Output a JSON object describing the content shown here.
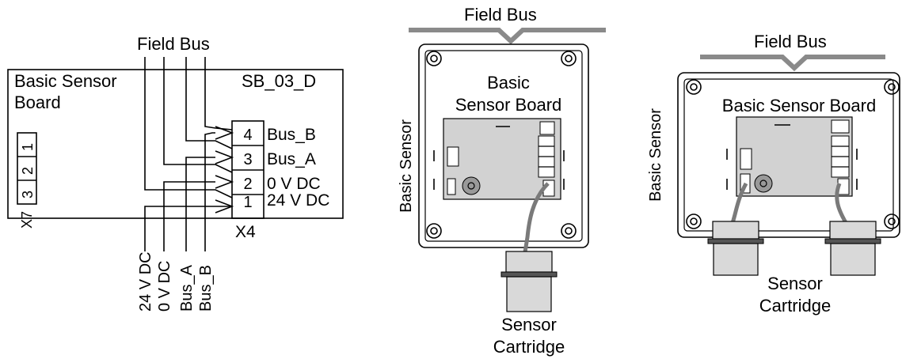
{
  "panel1": {
    "field_bus": "Field Bus",
    "board_line1": "Basic Sensor",
    "board_line2": "Board",
    "model": "SB_03_D",
    "x7_label": "X7",
    "x7_pins": [
      "1",
      "2",
      "3"
    ],
    "x4_label": "X4",
    "x4_pins": [
      "4",
      "3",
      "2",
      "1"
    ],
    "x4_signals": [
      "Bus_B",
      "Bus_A",
      "0 V DC",
      "24 V DC"
    ],
    "wire_labels": [
      "24 V DC",
      "0 V DC",
      "Bus_A",
      "Bus_B"
    ]
  },
  "panel2": {
    "field_bus": "Field Bus",
    "board_line1": "Basic",
    "board_line2": "Sensor Board",
    "side_label": "Basic Sensor",
    "cartridge_line1": "Sensor",
    "cartridge_line2": "Cartridge"
  },
  "panel3": {
    "field_bus": "Field Bus",
    "board_label": "Basic Sensor Board",
    "side_label": "Basic Sensor",
    "cartridge_line1": "Sensor",
    "cartridge_line2": "Cartridge"
  },
  "colors": {
    "line": "#000000",
    "bus": "#8a8a8a",
    "cartridge": "#d9d9d9",
    "board": "#d2d2d2"
  }
}
